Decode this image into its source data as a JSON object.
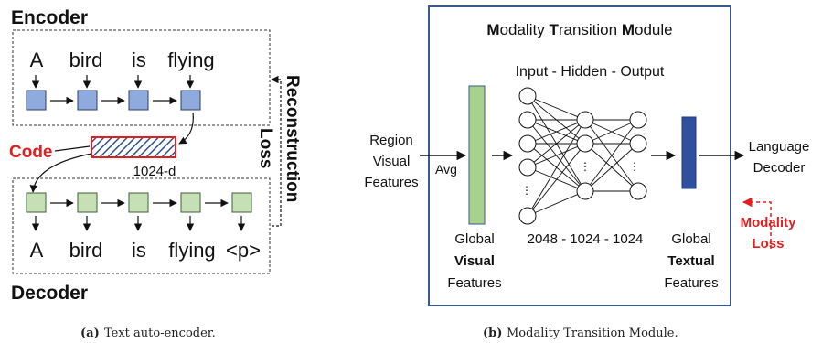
{
  "panel_a": {
    "encoder_title": "Encoder",
    "decoder_title": "Decoder",
    "code_label": "Code",
    "code_dim": "1024-d",
    "reconstruction_loss_line1": "Reconstruction",
    "reconstruction_loss_line2": "Loss",
    "encoder_words": [
      "A",
      "bird",
      "is",
      "flying"
    ],
    "decoder_words": [
      "A",
      "bird",
      "is",
      "flying",
      "<p>"
    ],
    "caption_tag": "(a)",
    "caption": "Text auto-encoder."
  },
  "panel_b": {
    "title_parts": [
      "M",
      "odality ",
      "T",
      "ransition ",
      "M",
      "odule"
    ],
    "layers_title": "Input - Hidden - Output",
    "layers_sizes": "2048 - 1024 - 1024",
    "input_label": [
      "Region",
      "Visual",
      "Features"
    ],
    "avg_label": "Avg",
    "global_visual": [
      "Global",
      "Visual",
      "Features"
    ],
    "global_textual": [
      "Global",
      "Textual",
      "Features"
    ],
    "output_label": [
      "Language",
      "Decoder"
    ],
    "modality_loss": [
      "Modality",
      "Loss"
    ],
    "caption_tag": "(b)",
    "caption": "Modality Transition Module."
  },
  "colors": {
    "encoder_box": "#8faadc",
    "decoder_box": "#c5e0b4",
    "code_border": "#e02020",
    "code_hatch": "#2f4f8f",
    "visual_bar": "#a9d18e",
    "textual_bar": "#2f4f9f",
    "module_border": "#3b5a8a",
    "loss_red": "#e02020"
  }
}
